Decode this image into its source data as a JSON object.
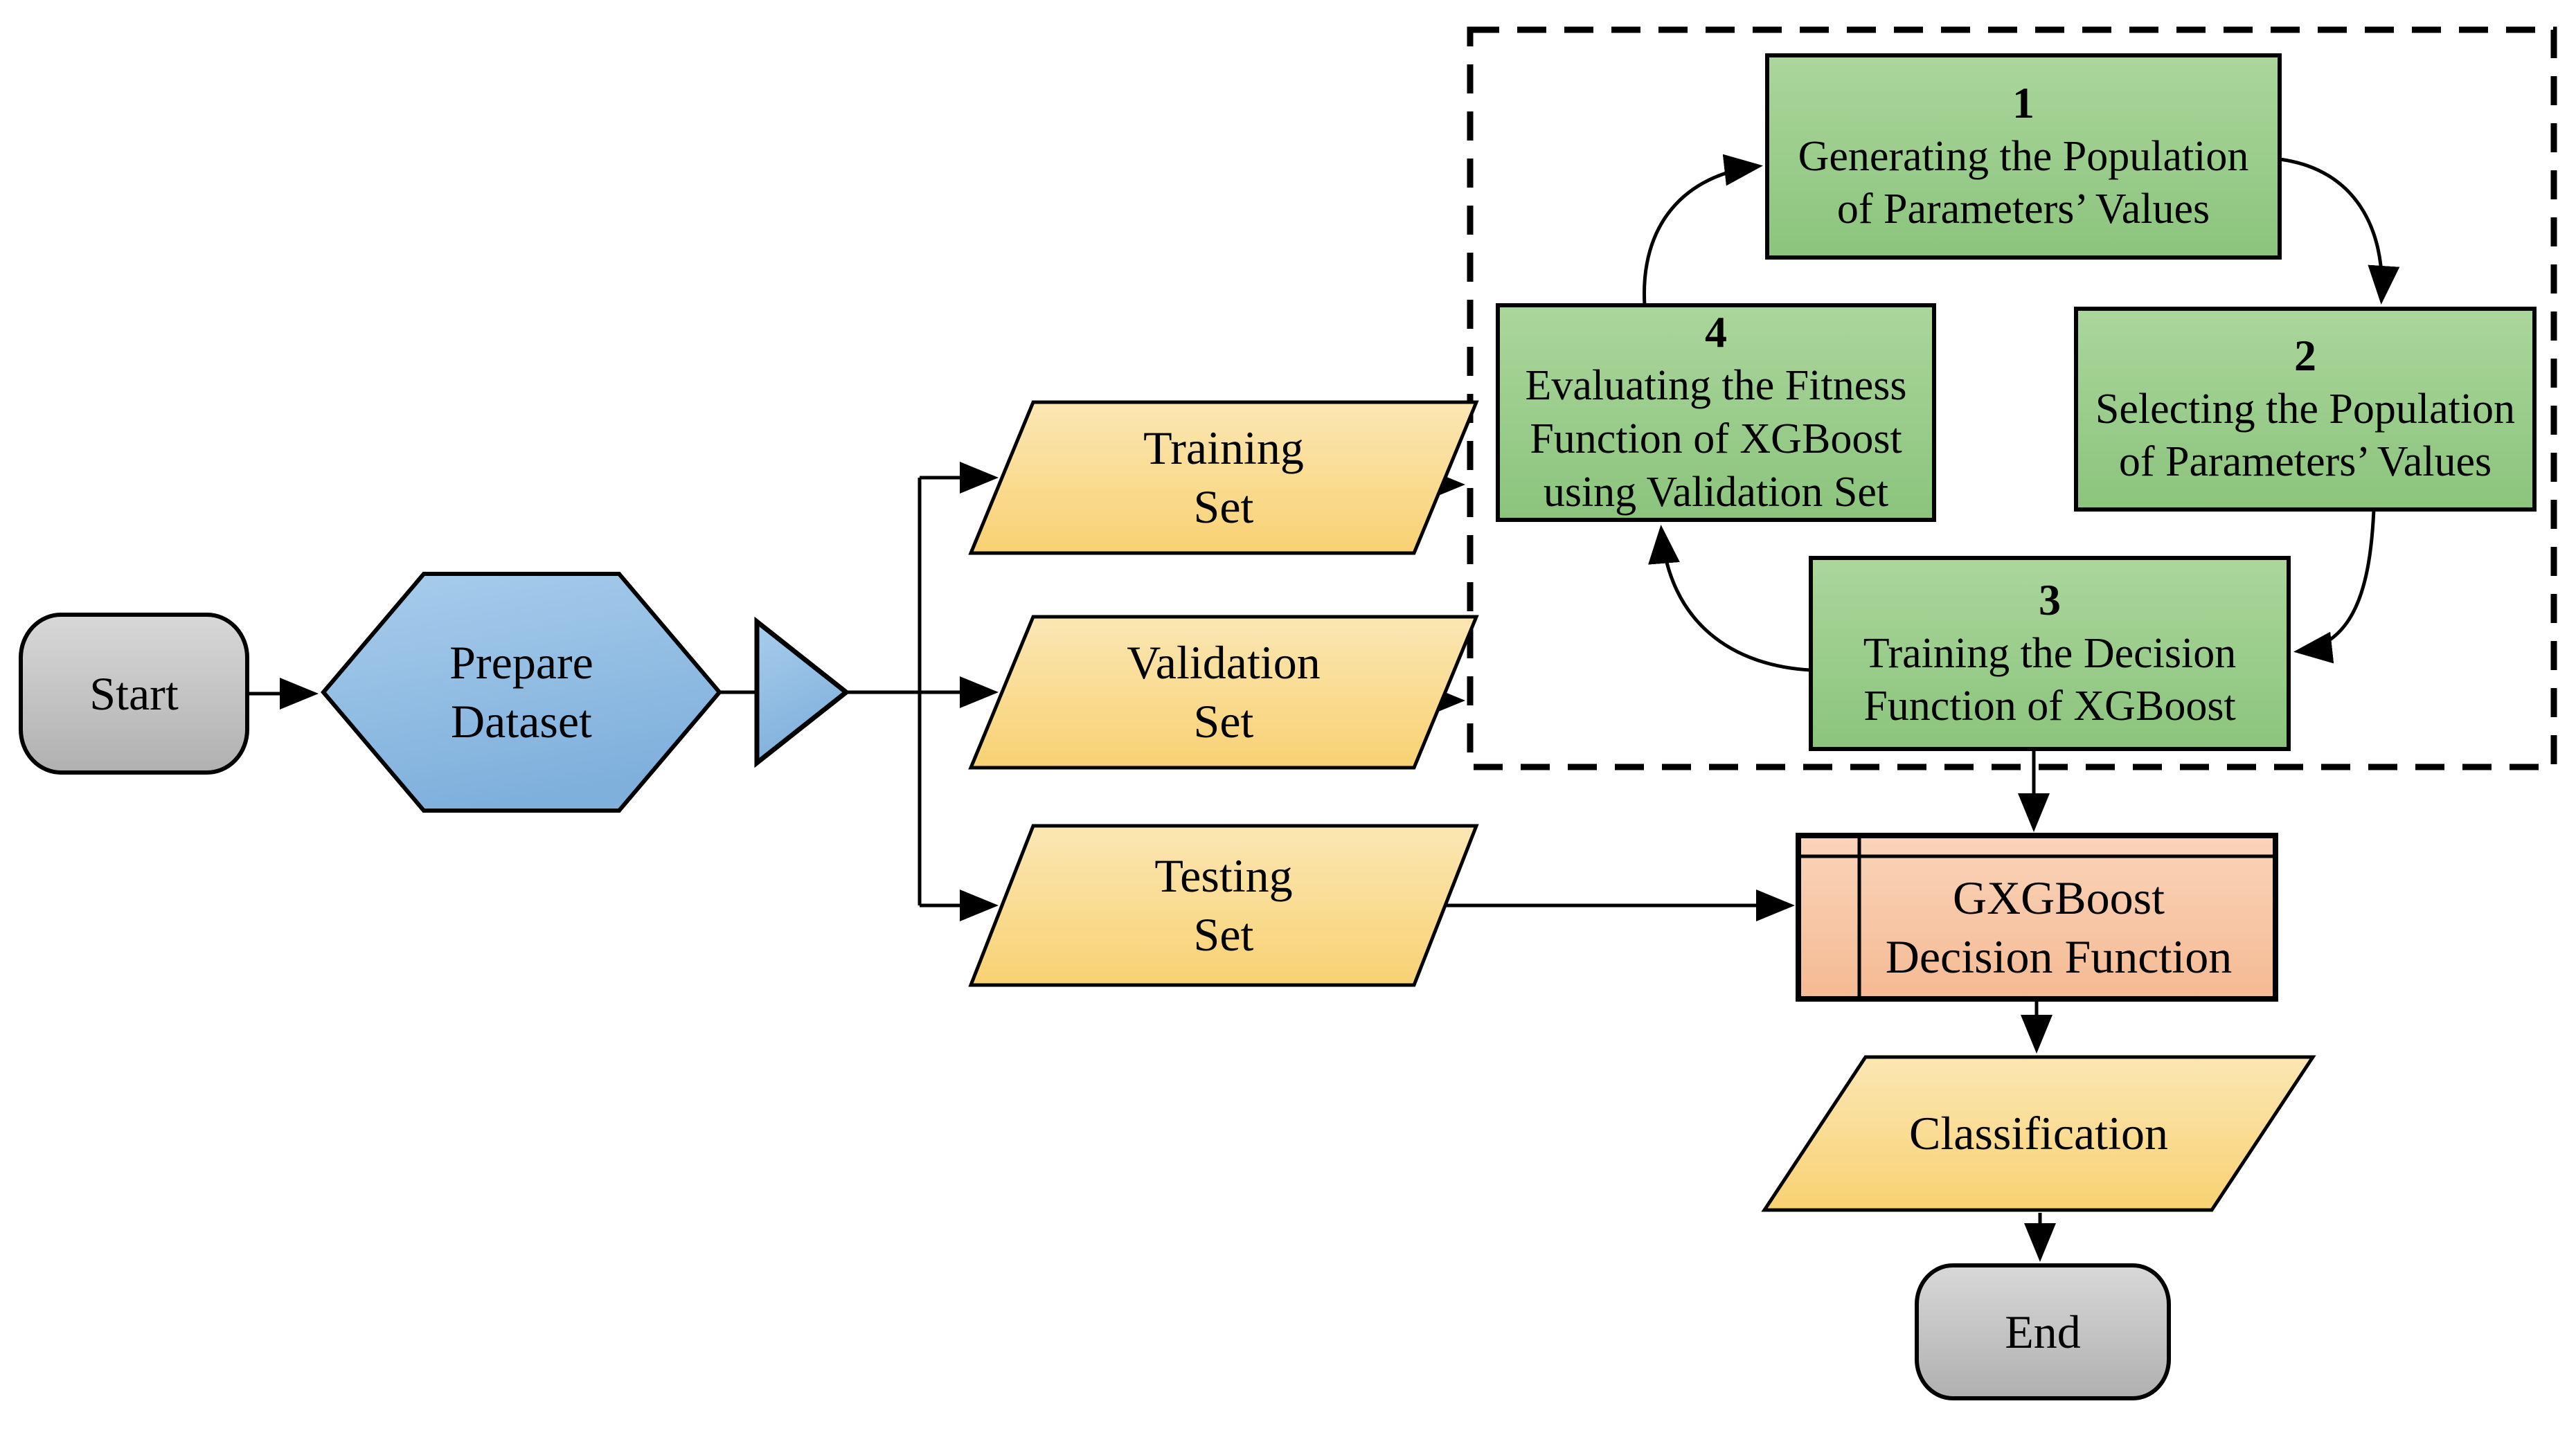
{
  "nodes": {
    "start": {
      "label": "Start"
    },
    "prepare": {
      "label": "Prepare\nDataset"
    },
    "training": {
      "label": "Training\nSet"
    },
    "validation": {
      "label": "Validation\nSet"
    },
    "testing": {
      "label": "Testing\nSet"
    },
    "step1": {
      "number": "1",
      "label": "Generating the Population\nof Parameters’ Values"
    },
    "step2": {
      "number": "2",
      "label": "Selecting the Population\nof Parameters’ Values"
    },
    "step3": {
      "number": "3",
      "label": "Training the Decision\nFunction of XGBoost"
    },
    "step4": {
      "number": "4",
      "label": "Evaluating the Fitness\nFunction of XGBoost\nusing Validation Set"
    },
    "gxgboost": {
      "label": "GXGBoost\nDecision Function"
    },
    "classification": {
      "label": "Classification"
    },
    "end": {
      "label": "End"
    }
  },
  "colors": {
    "line": "#000000",
    "gray_top": "#d8d8d8",
    "gray_bottom": "#b0b0b0",
    "blue_top": "#a9cdec",
    "blue_bottom": "#7fb0dc",
    "orange_top": "#fbe7b4",
    "orange_bottom": "#f8d172",
    "green_top": "#abd69c",
    "green_bottom": "#8bc47c",
    "salmon_top": "#fad4ba",
    "salmon_bottom": "#f4ba93"
  }
}
